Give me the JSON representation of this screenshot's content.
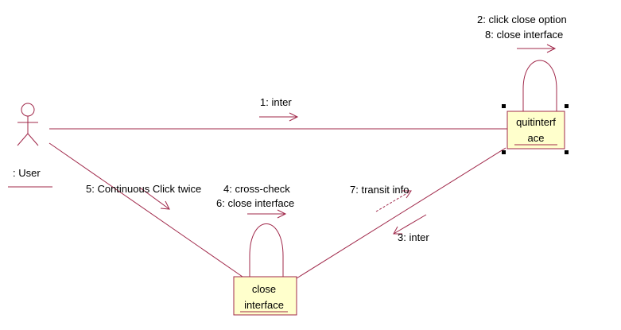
{
  "colors": {
    "line": "#a0284a",
    "object_fill": "#ffffcc",
    "object_stroke": "#a0284a",
    "text": "#000000",
    "selection_handle": "#000000"
  },
  "actor": {
    "label": ": User",
    "icon": "stick-figure-icon"
  },
  "objects": {
    "quit_interface": {
      "label_line1": "quitinterf",
      "label_line2": "ace"
    },
    "close_interface": {
      "label_line1": "close",
      "label_line2": "interface"
    }
  },
  "messages": {
    "m1": "1: inter",
    "m2": "2: click close option",
    "m8": "8: close interface",
    "m5": "5: Continuous Click twice",
    "m4": "4: cross-check",
    "m6": "6: close interface",
    "m7": "7: transit info",
    "m3": "3: inter"
  }
}
